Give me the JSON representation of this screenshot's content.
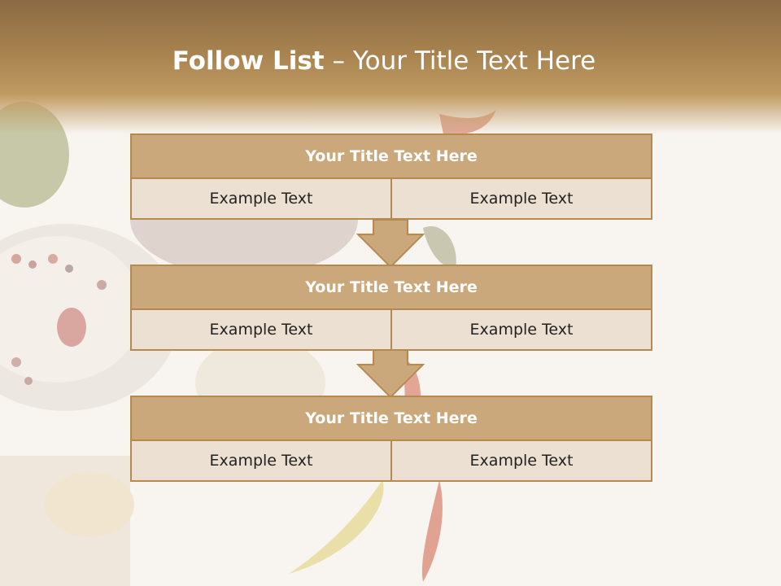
{
  "slide": {
    "title_bold": "Follow List",
    "title_rest": " – Your Title Text Here"
  },
  "blocks": [
    {
      "title": "Your Title Text Here",
      "left": "Example Text",
      "right": "Example Text"
    },
    {
      "title": "Your Title Text Here",
      "left": "Example Text",
      "right": "Example Text"
    },
    {
      "title": "Your Title Text Here",
      "left": "Example Text",
      "right": "Example Text"
    }
  ],
  "colors": {
    "header": "#a8834f",
    "block_title": "#cba87b",
    "block_cell": "#ece0d2",
    "border": "#b68a4f"
  }
}
